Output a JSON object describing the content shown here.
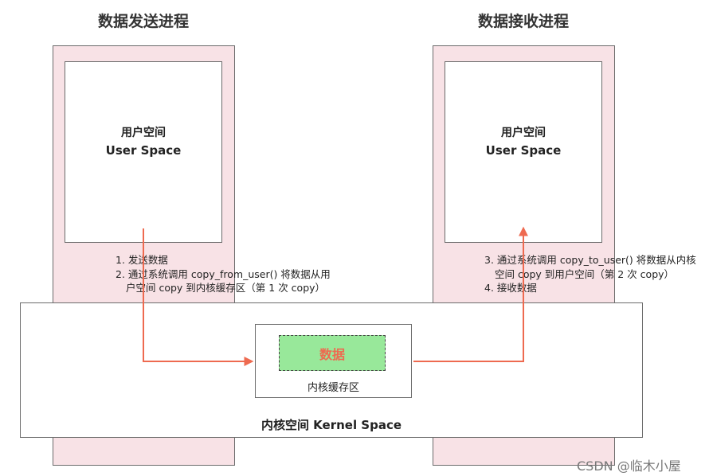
{
  "sender": {
    "title": "数据发送进程",
    "user_space_cn": "用户空间",
    "user_space_en": "User Space",
    "steps": [
      "1. 发送数据",
      "2. 通过系统调用 copy_from_user() 将数据从用",
      "   户空间 copy 到内核缓存区（第 1 次 copy）"
    ]
  },
  "receiver": {
    "title": "数据接收进程",
    "user_space_cn": "用户空间",
    "user_space_en": "User Space",
    "steps": [
      "3. 通过系统调用 copy_to_user() 将数据从内核",
      "   空间 copy 到用户空间（第 2 次 copy）",
      "4. 接收数据"
    ]
  },
  "kernel": {
    "label": "内核空间 Kernel Space",
    "buffer_label": "内核缓存区",
    "data_label": "数据"
  },
  "watermark": "CSDN @临木小屋",
  "colors": {
    "process_fill": "#f8e2e6",
    "data_fill": "#98e89a",
    "arrow": "#ee6a50",
    "border": "#6b6b6b"
  }
}
